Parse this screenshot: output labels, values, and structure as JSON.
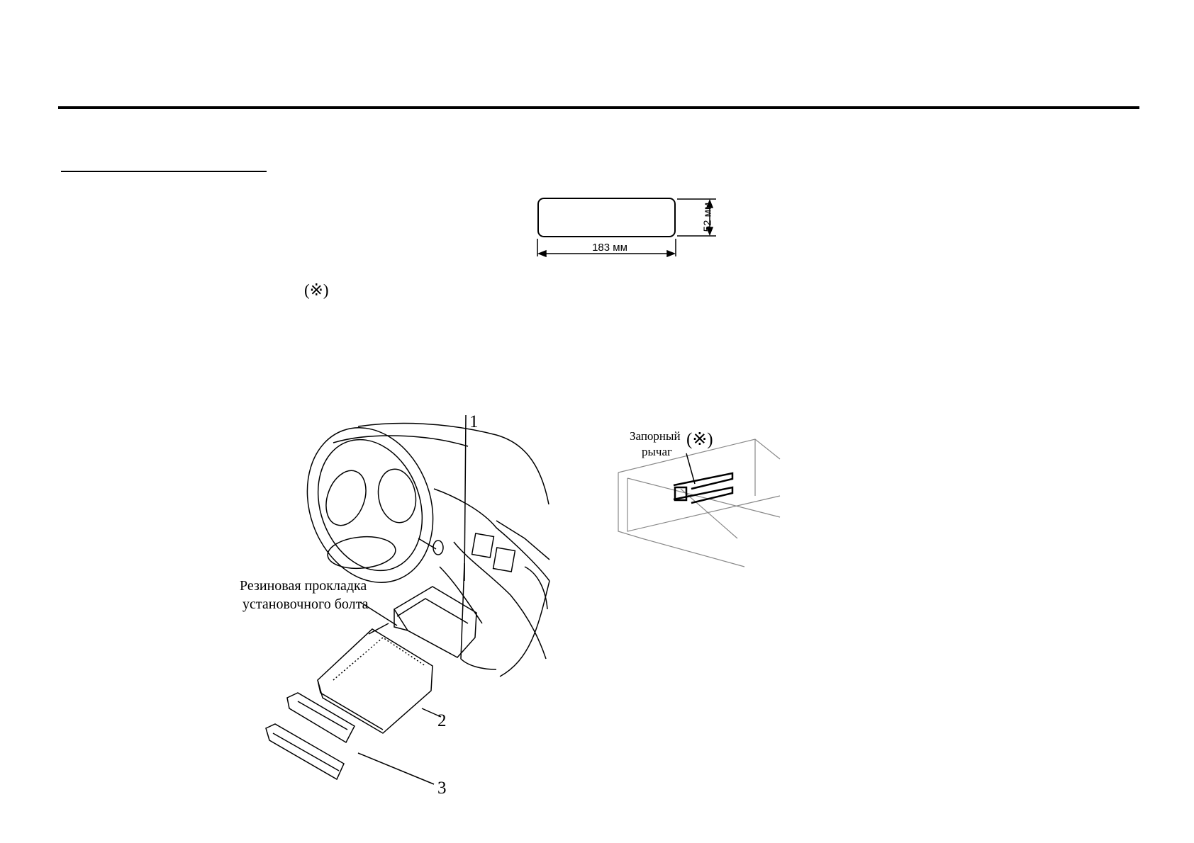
{
  "dimension_diagram": {
    "width_label": "183 мм",
    "height_label": "52 мм"
  },
  "reference_mark": "(※)",
  "installation_diagram": {
    "callout_1": "1",
    "callout_2": "2",
    "callout_3": "3",
    "gasket_label_line1": "Резиновая прокладка",
    "gasket_label_line2": "установочного болта"
  },
  "lock_lever_diagram": {
    "label_line1": "Запорный",
    "label_line2": "рычаг",
    "mark": "(※)"
  }
}
